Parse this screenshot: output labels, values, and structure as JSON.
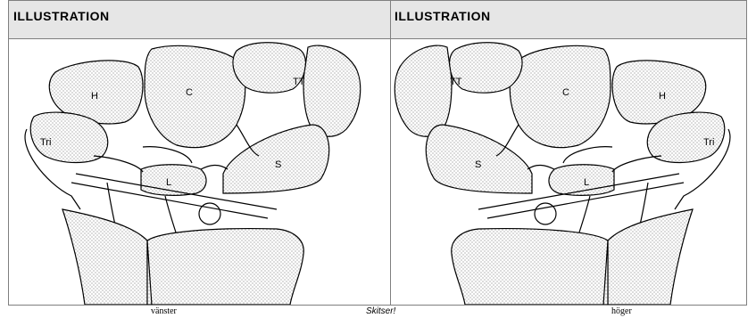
{
  "header": {
    "left_title": "ILLUSTRATION",
    "right_title": "ILLUSTRATION"
  },
  "diagram": {
    "left_labels": [
      "H",
      "C",
      "TT",
      "Tri",
      "S",
      "L"
    ],
    "right_labels": [
      "TT",
      "C",
      "H",
      "Tri",
      "S",
      "L"
    ]
  },
  "captions": {
    "left": "vänster",
    "center": "Skitser!",
    "right": "höger"
  }
}
